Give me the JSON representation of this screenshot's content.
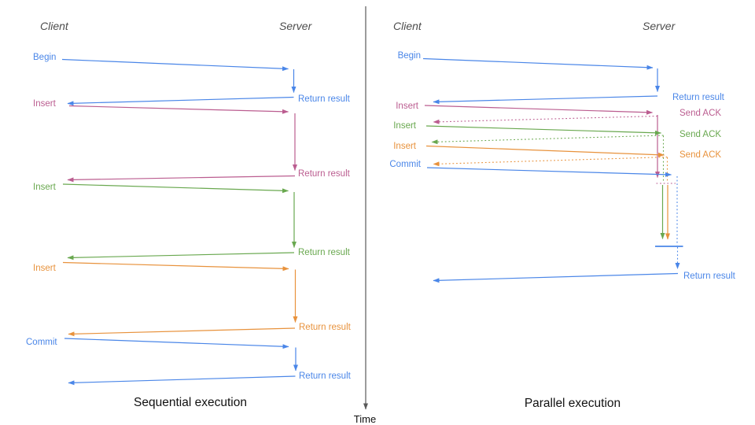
{
  "left_panel": {
    "title": "Sequential execution",
    "client_header": "Client",
    "server_header": "Server",
    "steps": [
      {
        "label": "Begin",
        "color": "#4a86e8",
        "response": "Return result"
      },
      {
        "label": "Insert",
        "color": "#bb5d90",
        "response": "Return result"
      },
      {
        "label": "Insert",
        "color": "#69a84f",
        "response": "Return result"
      },
      {
        "label": "Insert",
        "color": "#e8923c",
        "response": "Return result"
      },
      {
        "label": "Commit",
        "color": "#4a86e8",
        "response": "Return result"
      }
    ]
  },
  "right_panel": {
    "title": "Parallel execution",
    "client_header": "Client",
    "server_header": "Server",
    "steps": [
      {
        "label": "Begin",
        "color": "#4a86e8",
        "response": "Return result"
      },
      {
        "label": "Insert",
        "color": "#bb5d90",
        "response": "Send ACK"
      },
      {
        "label": "Insert",
        "color": "#69a84f",
        "response": "Send ACK"
      },
      {
        "label": "Insert",
        "color": "#e8923c",
        "response": "Send ACK"
      },
      {
        "label": "Commit",
        "color": "#4a86e8",
        "response": "Return result"
      }
    ]
  },
  "time_axis": {
    "label": "Time"
  },
  "colors": {
    "blue": "#4a86e8",
    "pink": "#bb5d90",
    "green": "#69a84f",
    "orange": "#e8923c",
    "axis_gray": "#595959",
    "header_gray": "#4d4d4d"
  }
}
